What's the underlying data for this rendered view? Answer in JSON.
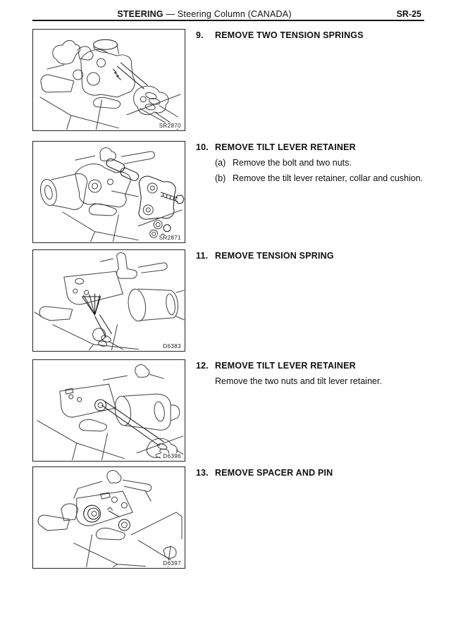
{
  "header": {
    "section": "STEERING",
    "separator": "—",
    "subtitle": "Steering Column (CANADA)",
    "page_number": "SR-25"
  },
  "figures": [
    {
      "code": "SR2870"
    },
    {
      "code": "SR2871"
    },
    {
      "code": "D6383"
    },
    {
      "code": "D6396"
    },
    {
      "code": "D6397"
    }
  ],
  "items": [
    {
      "number": "9.",
      "title": "REMOVE TWO TENSION SPRINGS"
    },
    {
      "number": "10.",
      "title": "REMOVE TILT LEVER RETAINER",
      "subs": [
        {
          "label": "(a)",
          "text": "Remove the bolt and two nuts."
        },
        {
          "label": "(b)",
          "text": "Remove the tilt lever retainer, collar and cushion."
        }
      ]
    },
    {
      "number": "11.",
      "title": "REMOVE TENSION SPRING"
    },
    {
      "number": "12.",
      "title": "REMOVE TILT LEVER RETAINER",
      "body": "Remove the two nuts and tilt lever retainer."
    },
    {
      "number": "13.",
      "title": "REMOVE SPACER AND PIN"
    }
  ]
}
